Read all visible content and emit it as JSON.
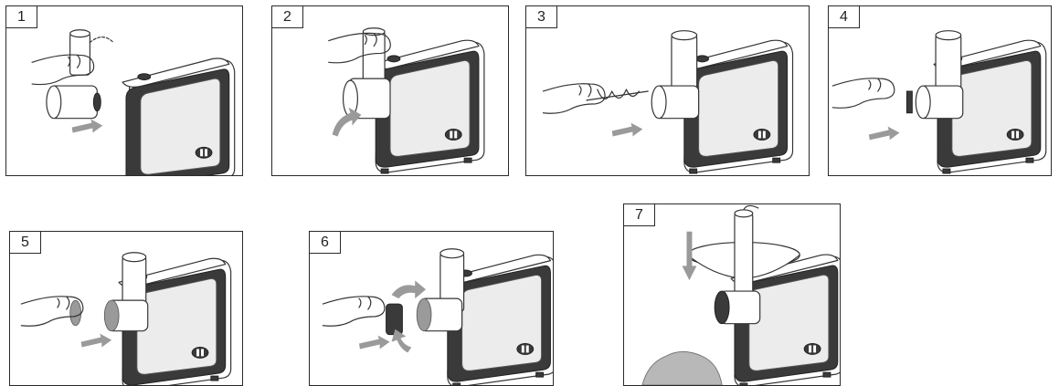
{
  "steps": [
    {
      "number": "1"
    },
    {
      "number": "2"
    },
    {
      "number": "3"
    },
    {
      "number": "4"
    },
    {
      "number": "5"
    },
    {
      "number": "6"
    },
    {
      "number": "7"
    }
  ],
  "colors": {
    "border": "#2a2a2a",
    "arrow": "#9a9a9a",
    "machine_dark": "#3a3a3a"
  }
}
